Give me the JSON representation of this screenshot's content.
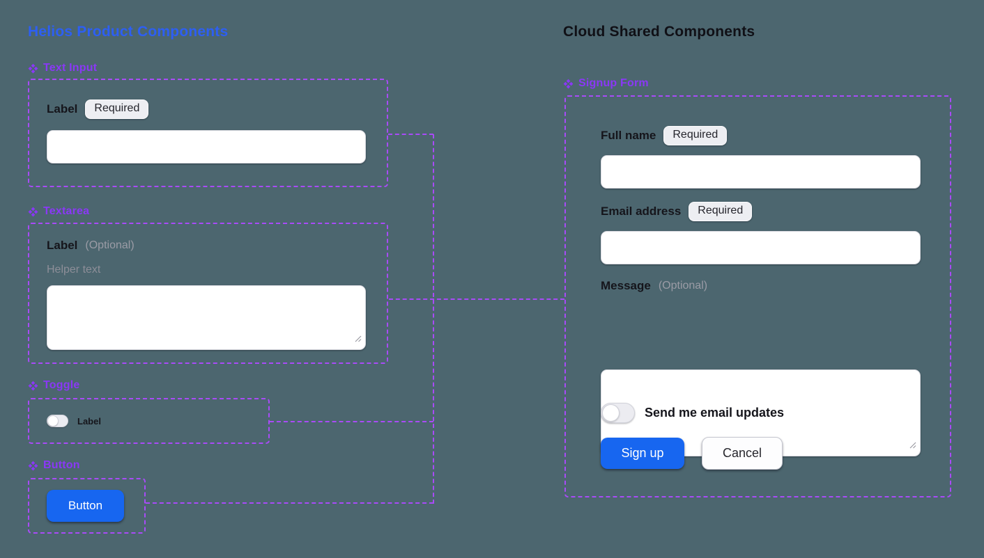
{
  "titles": {
    "helios": "Helios Product Components",
    "cloud": "Cloud Shared Components"
  },
  "components": {
    "text_input": {
      "title": "Text Input",
      "label": "Label",
      "badge": "Required",
      "value": "",
      "placeholder": ""
    },
    "textarea": {
      "title": "Textarea",
      "label": "Label",
      "optional_hint": "(Optional)",
      "helper_text": "Helper text",
      "value": "",
      "placeholder": ""
    },
    "toggle": {
      "title": "Toggle",
      "label": "Label",
      "state": "off"
    },
    "button": {
      "title": "Button",
      "label": "Button"
    }
  },
  "signup_form": {
    "title": "Signup Form",
    "fields": {
      "full_name": {
        "label": "Full name",
        "badge": "Required",
        "value": "",
        "placeholder": ""
      },
      "email": {
        "label": "Email address",
        "badge": "Required",
        "value": "",
        "placeholder": ""
      },
      "message": {
        "label": "Message",
        "optional_hint": "(Optional)",
        "value": "",
        "placeholder": ""
      }
    },
    "toggle": {
      "label": "Send me email updates",
      "state": "off"
    },
    "actions": {
      "submit": "Sign up",
      "cancel": "Cancel"
    }
  },
  "icons": {
    "component_icon": "figma-component-diamond",
    "resize_grip_icon": "resize-grip"
  },
  "colors": {
    "canvas_background": "#4C666F",
    "primary_blue": "#1766F0",
    "component_purple": "#8A38F6",
    "frame_dash_purple": "#A94BF8",
    "helios_title_blue": "#2D5FF3",
    "cloud_title_dark": "#101016"
  }
}
